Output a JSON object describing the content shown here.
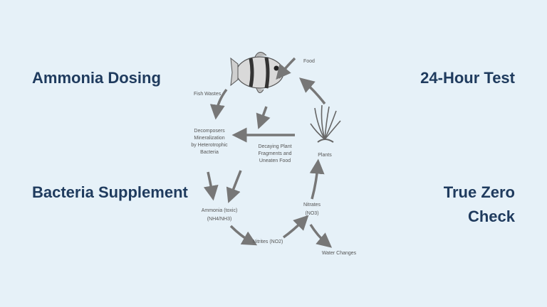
{
  "labels": {
    "ammonia_dosing": "Ammonia Dosing",
    "bacteria_supplement": "Bacteria Supplement",
    "test_24h": "24-Hour Test",
    "true_zero_line1": "True Zero",
    "true_zero_line2": "Check"
  },
  "diagram": {
    "food": "Food",
    "fish_wastes": "Fish Wastes",
    "decomposers": [
      "Decomposers",
      "Mineralization",
      "by Heterotrophic",
      "Bacteria"
    ],
    "decaying": [
      "Decaying Plant",
      "Fragments and",
      "Uneaten Food"
    ],
    "plants": "Plants",
    "ammonia": "Ammonia (toxic)",
    "ammonia_formula": "(NH4/NH3)",
    "nitrites": "Nitrites (NO2)",
    "nitrates": "Nitrates",
    "nitrates_formula": "(NO3)",
    "water_changes": "Water Changes"
  },
  "colors": {
    "background": "#e6f1f8",
    "label_text": "#1f3b5e",
    "arrow": "#777777"
  }
}
